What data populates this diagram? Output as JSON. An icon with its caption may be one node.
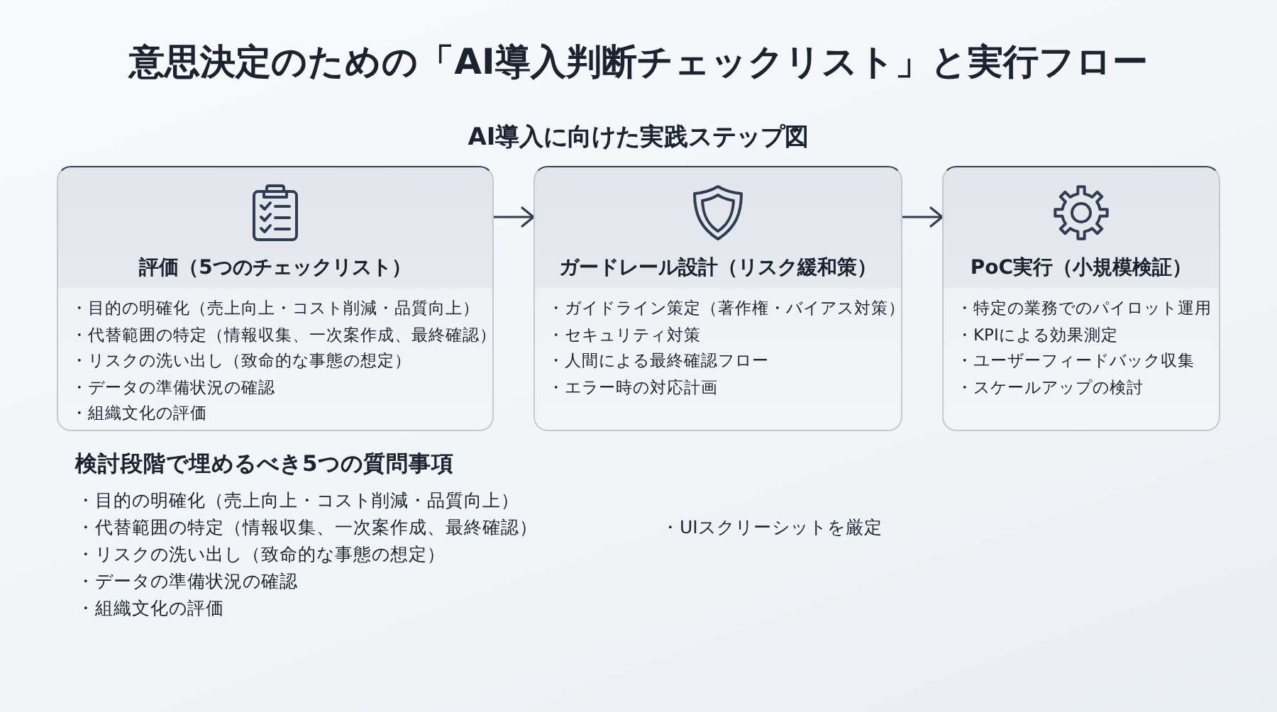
{
  "diagram": {
    "title": "意思決定のための「AI導入判断チェックリスト」と実行フロー",
    "nodes": [
      {
        "text": [
          "評価（5つのチェックリスト）",
          "・目的の明確化（売上向上・コスト削減・品質向上）",
          "・代替範囲の特定（情報収集、一次案作成、最終確認）",
          "・リスクの洗い出し（致命的な事態の想定）",
          "・データの準備状況の確認",
          "・組織文化の評価"
        ]
      },
      {
        "text": [
          "ガードレール設計（リスク緩和策）",
          "・ガイドライン策定（著作権・バイアス対策）",
          "・セキュリティ対策",
          "・人間による最終確認フロー",
          "・エラー時の対応計画"
        ]
      },
      {
        "text": [
          "PoC実行（小規模検証）",
          "・特定の業務でのパイロット運用",
          "・KPIによる効果測定",
          "・ユーザーフィードバック収集",
          "・スケールアップの検討"
        ]
      }
    ],
    "edges": [
      {
        "from": 0,
        "to": 1,
        "arrow": "to"
      },
      {
        "from": 1,
        "to": 2,
        "arrow": "to"
      }
    ],
    "labels": [
      "AI導入に向けた実践ステップ図",
      "検討段階で埋めるべき5つの質問事項",
      "・目的の明確化（売上向上・コスト削減・品質向上）",
      "・代替範囲の特定（情報収集、一次案作成、最終確認）",
      "・リスクの洗い出し（致命的な事態の想定）",
      "・データの準備状況の確認",
      "・組織文化の評価",
      "・UIスクリーシットを厳定"
    ]
  }
}
